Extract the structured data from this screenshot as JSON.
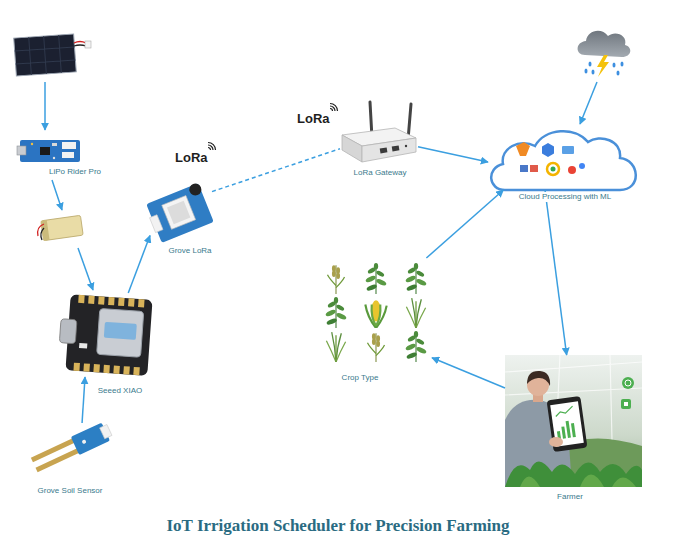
{
  "diagram": {
    "title": "IoT Irrigation Scheduler for Precision Farming",
    "nodes": [
      {
        "text": [
          "LiPo Rider Pro"
        ]
      },
      {
        "text": [
          "LoRa Gateway"
        ]
      },
      {
        "text": [
          "Cloud Processing with ML"
        ]
      },
      {
        "text": [
          "Grove LoRa"
        ]
      },
      {
        "text": [
          "Seeed XIAO"
        ]
      },
      {
        "text": [
          "Crop Type"
        ]
      },
      {
        "text": [
          "Farmer"
        ]
      },
      {
        "text": [
          "Grove Soil Sensor"
        ]
      }
    ],
    "edges": [
      {
        "from": 4,
        "to": 3,
        "arrow": "to"
      },
      {
        "from": 3,
        "to": 1,
        "arrow": "none"
      },
      {
        "from": 1,
        "to": 2,
        "arrow": "to"
      },
      {
        "from": 5,
        "to": 2,
        "arrow": "to"
      },
      {
        "from": 2,
        "to": 6,
        "arrow": "to"
      },
      {
        "from": 6,
        "to": 5,
        "arrow": "to"
      },
      {
        "from": 7,
        "to": 4,
        "arrow": "to"
      }
    ],
    "labels": [
      "LoRa",
      "LoRa"
    ]
  }
}
